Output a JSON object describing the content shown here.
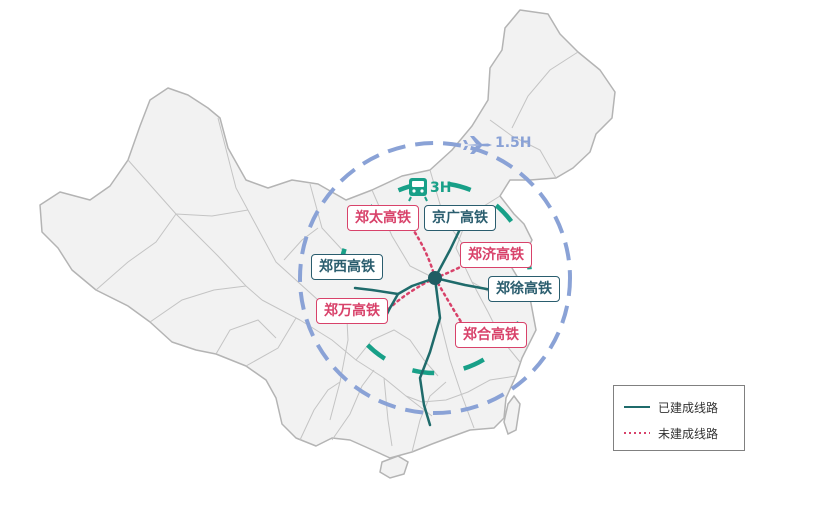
{
  "map": {
    "land_color": "#f2f2f2",
    "border_color": "#b4b4b4",
    "hub_color": "#1f5d63"
  },
  "rings": {
    "inner": {
      "label": "3H",
      "color": "#18a088",
      "icon": "train-icon"
    },
    "outer": {
      "label": "1.5H",
      "color": "#8aa2d6",
      "icon": "airplane-icon"
    }
  },
  "lines": [
    {
      "label": "京广高铁",
      "status": "built"
    },
    {
      "label": "郑西高铁",
      "status": "built"
    },
    {
      "label": "郑徐高铁",
      "status": "built"
    },
    {
      "label": "郑太高铁",
      "status": "planned"
    },
    {
      "label": "郑济高铁",
      "status": "planned"
    },
    {
      "label": "郑万高铁",
      "status": "planned"
    },
    {
      "label": "郑合高铁",
      "status": "planned"
    }
  ],
  "colors": {
    "built": "#1f6b6b",
    "planned": "#d8426a"
  },
  "legend": {
    "built_label": "已建成线路",
    "planned_label": "未建成线路"
  }
}
